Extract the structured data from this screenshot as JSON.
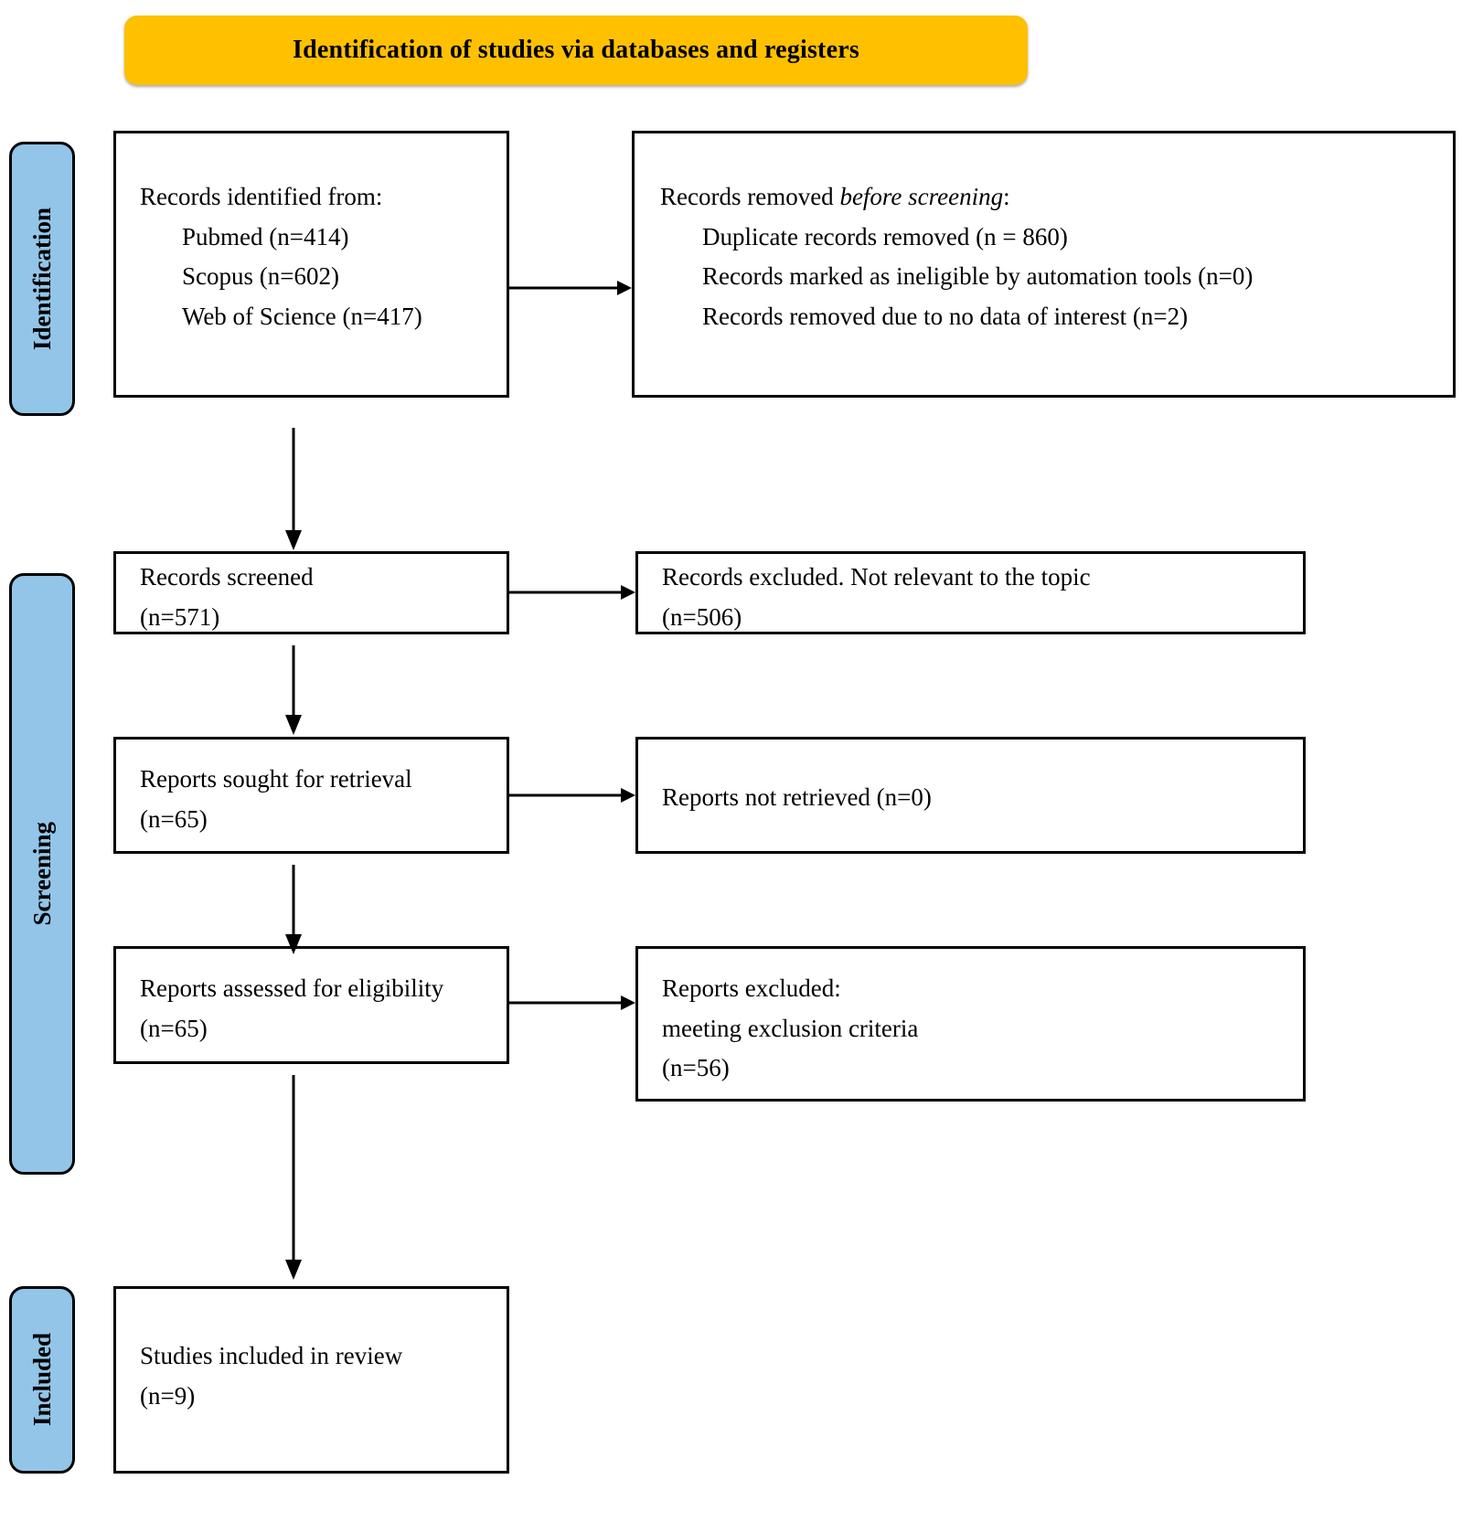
{
  "header": {
    "title": "Identification of studies via databases and registers",
    "color": "#FFC000"
  },
  "stages": {
    "identification": "Identification",
    "screening": "Screening",
    "included": "Included",
    "color": "#92C5E8"
  },
  "boxes": {
    "identified": {
      "heading": "Records identified from:",
      "items": [
        "Pubmed (n=414)",
        "Scopus (n=602)",
        "Web of Science (n=417)"
      ]
    },
    "removed": {
      "heading_prefix": "Records removed ",
      "heading_italic": "before screening",
      "heading_suffix": ":",
      "items": [
        "Duplicate records removed (n = 860)",
        "Records marked as ineligible by automation tools (n=0)",
        "Records removed due to no data of interest (n=2)"
      ]
    },
    "screened": {
      "line1": "Records screened",
      "line2": "(n=571)"
    },
    "excluded_topic": {
      "line1": "Records excluded. Not relevant to the topic",
      "line2": "(n=506)"
    },
    "sought": {
      "line1": "Reports sought for retrieval",
      "line2": "(n=65)"
    },
    "not_retrieved": {
      "line1": "Reports not retrieved (n=0)"
    },
    "assessed": {
      "line1": "Reports assessed for eligibility",
      "line2": "(n=65)"
    },
    "reports_excluded": {
      "line1": "Reports excluded:",
      "line2": "meeting exclusion criteria",
      "line3": "(n=56)"
    },
    "included": {
      "line1": "Studies included in review",
      "line2": "(n=9)"
    }
  },
  "chart_data": {
    "type": "diagram",
    "title": "Identification of studies via databases and registers",
    "stages": [
      "Identification",
      "Screening",
      "Included"
    ],
    "nodes": [
      {
        "id": "identified",
        "stage": "Identification",
        "label": "Records identified from",
        "values": {
          "Pubmed": 414,
          "Scopus": 602,
          "Web of Science": 417
        }
      },
      {
        "id": "removed",
        "stage": "Identification",
        "label": "Records removed before screening",
        "values": {
          "Duplicate records removed": 860,
          "Records marked as ineligible by automation tools": 0,
          "Records removed due to no data of interest": 2
        }
      },
      {
        "id": "screened",
        "stage": "Screening",
        "label": "Records screened",
        "n": 571
      },
      {
        "id": "excluded_topic",
        "stage": "Screening",
        "label": "Records excluded. Not relevant to the topic",
        "n": 506
      },
      {
        "id": "sought",
        "stage": "Screening",
        "label": "Reports sought for retrieval",
        "n": 65
      },
      {
        "id": "not_retrieved",
        "stage": "Screening",
        "label": "Reports not retrieved",
        "n": 0
      },
      {
        "id": "assessed",
        "stage": "Screening",
        "label": "Reports assessed for eligibility",
        "n": 65
      },
      {
        "id": "reports_excluded",
        "stage": "Screening",
        "label": "Reports excluded: meeting exclusion criteria",
        "n": 56
      },
      {
        "id": "included",
        "stage": "Included",
        "label": "Studies included in review",
        "n": 9
      }
    ],
    "edges": [
      {
        "from": "identified",
        "to": "removed",
        "direction": "right"
      },
      {
        "from": "identified",
        "to": "screened",
        "direction": "down"
      },
      {
        "from": "screened",
        "to": "excluded_topic",
        "direction": "right"
      },
      {
        "from": "screened",
        "to": "sought",
        "direction": "down"
      },
      {
        "from": "sought",
        "to": "not_retrieved",
        "direction": "right"
      },
      {
        "from": "sought",
        "to": "assessed",
        "direction": "down"
      },
      {
        "from": "assessed",
        "to": "reports_excluded",
        "direction": "right"
      },
      {
        "from": "assessed",
        "to": "included",
        "direction": "down"
      }
    ]
  }
}
